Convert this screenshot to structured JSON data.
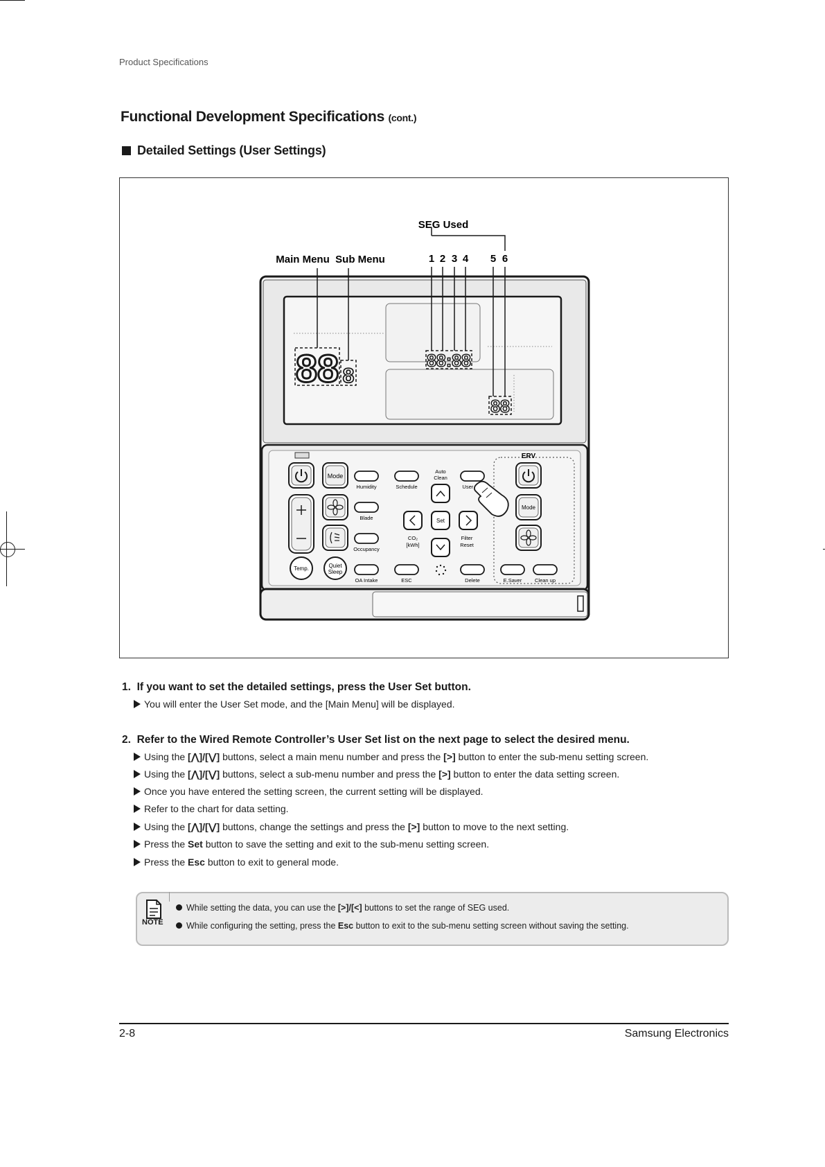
{
  "header": {
    "running_head": "Product Specifications"
  },
  "title": {
    "main": "Functional Development Specifications",
    "suffix": "(cont.)"
  },
  "section": {
    "heading": "Detailed Settings (User Settings)"
  },
  "figure": {
    "callouts": {
      "main_menu": "Main Menu",
      "sub_menu": "Sub Menu",
      "seg_used": "SEG Used",
      "seg_numbers": [
        "1",
        "2",
        "3",
        "4",
        "5",
        "6"
      ]
    },
    "display": {
      "main_digits": "88",
      "sub_digit": "8",
      "seg_top": "88:88",
      "seg_bottom": "88"
    },
    "buttons": {
      "mode": "Mode",
      "humidity": "Humidity",
      "schedule": "Schedule",
      "auto_clean_1": "Auto",
      "auto_clean_2": "Clean",
      "user_set": "User Set",
      "erv": "ERV",
      "blade": "Blade",
      "set": "Set",
      "co2": "CO₂",
      "kwh": "[kWh]",
      "filter_reset_1": "Filter",
      "filter_reset_2": "Reset",
      "occupancy": "Occupancy",
      "temp": "Temp.",
      "quiet": "Quiet",
      "sleep": "Sleep",
      "oa_intake": "OA Intake",
      "esc": "ESC",
      "delete": "Delete",
      "esaver": "E.Saver",
      "clean_up": "Clean up",
      "erv_mode": "Mode"
    },
    "icons": [
      "power-icon",
      "fan-icon",
      "swing-icon",
      "chevron-up-icon",
      "chevron-down-icon",
      "chevron-left-icon",
      "chevron-right-icon",
      "pointing-hand-icon",
      "plus-icon",
      "minus-icon"
    ]
  },
  "steps": [
    {
      "number": "1.",
      "pre": "If you want to set the detailed settings, press the ",
      "bold": "User Set",
      "post": " button.",
      "bullets": [
        {
          "text": "You will enter the User Set mode, and the [Main Menu] will be displayed."
        }
      ]
    },
    {
      "number": "2.",
      "pre": "Refer to the Wired Remote Controller’s User Set list on the next page to select the desired menu.",
      "bullets": [
        {
          "a": "Using the ",
          "b": "[⋀]/[⋁]",
          "c": " buttons, select a main menu number and press the ",
          "d": "[>]",
          "e": " button to enter the sub-menu setting screen."
        },
        {
          "a": "Using the ",
          "b": "[⋀]/[⋁]",
          "c": " buttons, select a sub-menu number and press the ",
          "d": "[>]",
          "e": " button to enter the data setting screen."
        },
        {
          "a": "Once you have entered the setting screen, the current setting will be displayed."
        },
        {
          "a": "Refer to the chart for data setting."
        },
        {
          "a": "Using the ",
          "b": "[⋀]/[⋁]",
          "c": " buttons, change the settings and press the ",
          "d": "[>]",
          "e": " button to move to the next setting."
        },
        {
          "a": "Press the ",
          "b": "Set",
          "c": " button to save the setting and exit to the sub-menu setting screen."
        },
        {
          "a": "Press the ",
          "b": "Esc",
          "c": " button to exit to general mode."
        }
      ]
    }
  ],
  "note": {
    "label": "NOTE",
    "lines": [
      {
        "a": "While setting the data, you can use the ",
        "b": "[>]/[<]",
        "c": " buttons to set the range of SEG used."
      },
      {
        "a": "While configuring the setting, press the ",
        "b": "Esc",
        "c": " button to exit to the sub-menu setting screen without saving the setting."
      }
    ]
  },
  "footer": {
    "page_number": "2-8",
    "company": "Samsung Electronics"
  }
}
